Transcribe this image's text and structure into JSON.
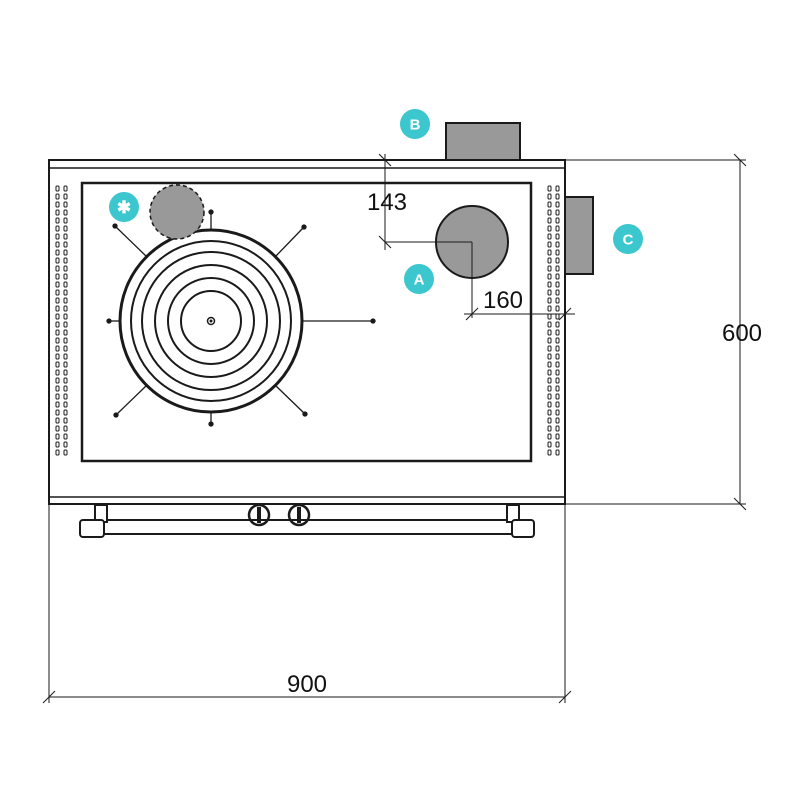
{
  "colors": {
    "outline": "#1a1a1a",
    "flue_fill": "#999999",
    "marker_fill": "#3cc7cf",
    "marker_text": "#ffffff",
    "background": "#ffffff"
  },
  "markers": {
    "a": "A",
    "b": "B",
    "c": "C",
    "asterisk": "✱"
  },
  "dimensions": {
    "width": "900",
    "depth": "600",
    "flue_offset_top": "143",
    "flue_offset_side": "160"
  }
}
